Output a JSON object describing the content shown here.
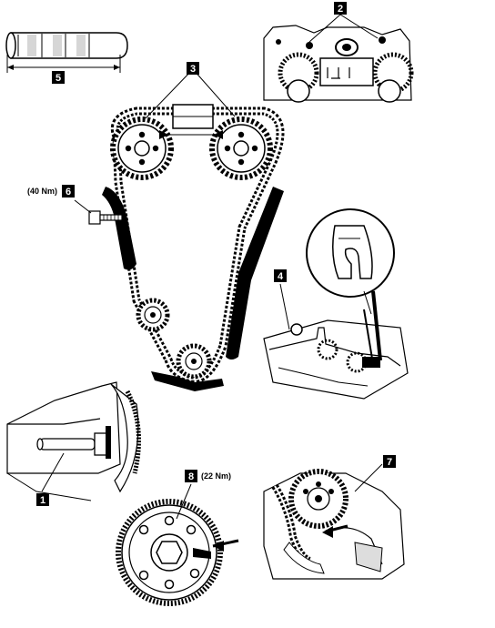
{
  "callouts": {
    "c1": "1",
    "c2": "2",
    "c3": "3",
    "c4": "4",
    "c5": "5",
    "c6": "6",
    "c7": "7",
    "c8": "8"
  },
  "torques": {
    "bolt_6": "(40 Nm)",
    "bolt_8": "(22 Nm)"
  },
  "colors": {
    "ink": "#000000",
    "paper": "#ffffff",
    "shade": "#d9d9d9"
  }
}
